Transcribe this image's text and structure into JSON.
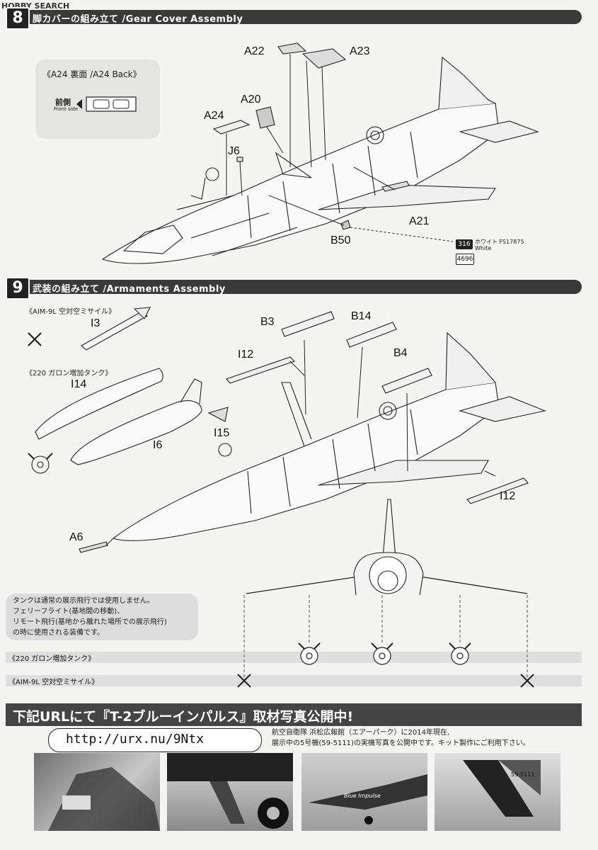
{
  "watermark": "HOBBY SEARCH",
  "step8": {
    "number": "8",
    "title": "脚カバーの組み立て /Gear Cover Assembly"
  },
  "step8_parts": {
    "a22": "A22",
    "a23": "A23",
    "a20": "A20",
    "a24": "A24",
    "j6": "J6",
    "a21": "A21",
    "b50": "B50"
  },
  "inset": {
    "title": "《A24 裏面 /A24 Back》",
    "front_jp": "前側",
    "front_en": "Front side"
  },
  "paint": {
    "code": "316",
    "name_jp": "ホワイト FS17875",
    "name_en": "White",
    "code2": "4696"
  },
  "step9": {
    "number": "9",
    "title": "武装の組み立て /Armaments Assembly"
  },
  "step9_labels": {
    "aim": "《AIM-9L 空対空ミサイル》",
    "tank": "《220 ガロン増加タンク》",
    "i3": "I3",
    "i14": "I14",
    "i15": "I15",
    "i6": "I6",
    "i12a": "I12",
    "i12b": "I12",
    "b3": "B3",
    "b14": "B14",
    "b4": "B4",
    "a6": "A6"
  },
  "tank_note": [
    "タンクは通常の展示飛行では使用しません。",
    "フェリーフライト(基地間の移動)、",
    "リモート飛行(基地から離れた場所での展示飛行)",
    "の時に使用される装備です。"
  ],
  "rows": {
    "tank_row": "《220 ガロン増加タンク》",
    "aim_row": "《AIM-9L 空対空ミサイル》"
  },
  "banner": "下記URLにて『T-2ブルーインパルス』取材写真公開中!",
  "url": "http://urx.nu/9Ntx",
  "banner_note": [
    "航空自衛隊 浜松広報館（エアーパーク）に2014年現在,",
    "展示中の5号機(59-5111)の実機写真を公開中です。キット製作にご利用下さい。"
  ],
  "photo_captions": {
    "p3": "Blue Impulse",
    "p4": "59-5111"
  }
}
